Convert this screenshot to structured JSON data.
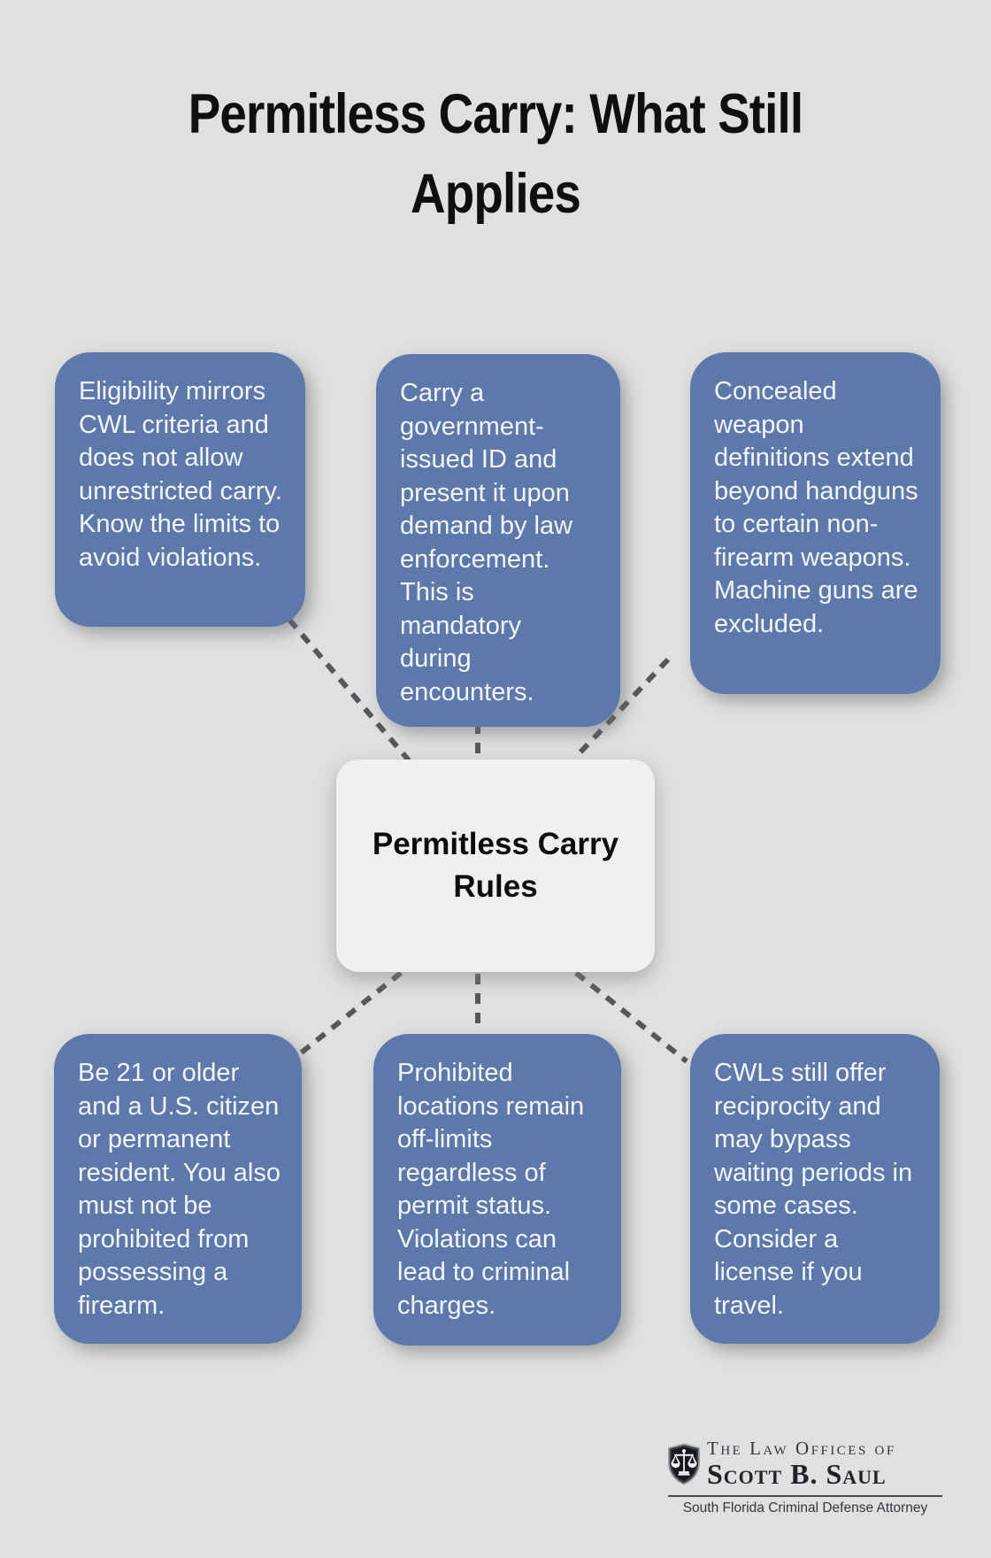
{
  "title": {
    "line1": "Permitless Carry: What Still",
    "line2": "Applies"
  },
  "center_node": {
    "label": "Permitless Carry Rules"
  },
  "nodes": [
    {
      "id": "eligibility",
      "text": "Eligibility mirrors CWL criteria and does not allow unrestricted carry. Know the limits to avoid violations."
    },
    {
      "id": "id-carry",
      "text": "Carry a government-issued ID and present it upon demand by law enforcement. This is mandatory during encounters."
    },
    {
      "id": "definitions",
      "text": "Concealed weapon definitions extend beyond handguns to certain non-firearm weapons. Machine guns are excluded."
    },
    {
      "id": "age-citizen",
      "text": "Be 21 or older and a U.S. citizen or permanent resident. You also must not be prohibited from possessing a firearm."
    },
    {
      "id": "locations",
      "text": "Prohibited locations remain off-limits regardless of permit status. Violations can lead to criminal charges."
    },
    {
      "id": "cwl-benefits",
      "text": "CWLs still offer reciprocity and may bypass waiting periods in some cases. Consider a license if you travel."
    }
  ],
  "footer_logo": {
    "icon": "scales-of-justice-shield-icon",
    "prefix": "The Law Offices of",
    "firm_name": "Scott B. Saul",
    "tagline": "South Florida Criminal Defense Attorney"
  },
  "colors": {
    "background": "#dfe0e0",
    "node_blue": "#5d78ab",
    "node_text": "#f3f5f8",
    "center_bg": "#f0f0f2",
    "connector_gray": "#55575a",
    "title_text": "#0f0f10"
  }
}
